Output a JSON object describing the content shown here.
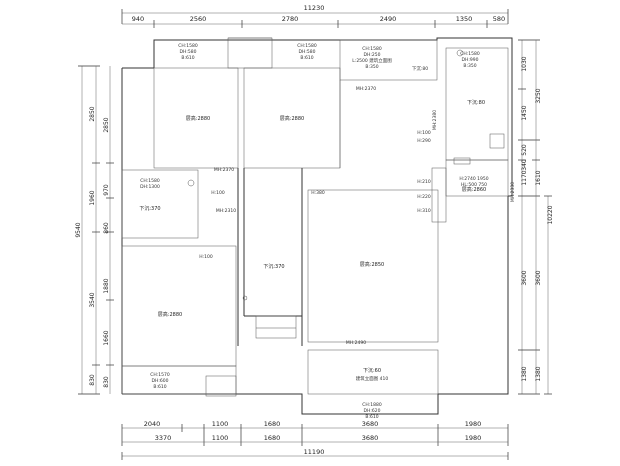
{
  "dimensions": {
    "top_total": "11230",
    "top_segments": [
      "940",
      "2560",
      "2780",
      "2490",
      "1350",
      "580"
    ],
    "bottom_segments_inner": [
      "2040",
      "1100",
      "1680",
      "3680",
      "1980"
    ],
    "bottom_segments_outer": [
      "3370",
      "1100",
      "1680",
      "3680",
      "1980"
    ],
    "bottom_total": "11190",
    "left_outer_total": "9540",
    "left_inner": [
      "2850",
      "1960",
      "3540",
      "830"
    ],
    "left_detail": [
      "2850",
      "970",
      "860",
      "1880",
      "1660",
      "830"
    ],
    "right_outer": [
      "1030",
      "1450",
      "520",
      "1170",
      "3600",
      "1380"
    ],
    "right_inner": [
      "3250",
      "1610",
      "3600",
      "1380"
    ],
    "right_total": "10220",
    "right_small": [
      "340"
    ]
  },
  "labels": {
    "room_tl": "层高:2880",
    "room_tm": "层高:2880",
    "room_bl": "层高:2880",
    "room_center": "层高:2850",
    "room_left_small": "下沉:370",
    "room_right": "下沉:80",
    "hall_center": "下沉:370",
    "kitchen_right": "层高:2860",
    "balcony_bottom": "下沉:60",
    "window_tl": [
      "CH:1580",
      "DH:580",
      "B:610"
    ],
    "window_tm": [
      "CH:1580",
      "DH:580",
      "B:610"
    ],
    "window_tr1": [
      "CH:1580",
      "DH:250",
      "L:2500 建筑立面图",
      "B:350"
    ],
    "window_tr2": [
      "CH:1580",
      "DH:990",
      "B:350"
    ],
    "window_left": [
      "CH:1580",
      "DH:1300"
    ],
    "window_bl": [
      "CH:1570",
      "DH:600",
      "B:610"
    ],
    "window_bottom": [
      "CH:1880",
      "DH:620",
      "B:610"
    ],
    "door_notes": [
      "MH:2370",
      "MH:2370",
      "MH:2310",
      "MH:2380",
      "MH:2490",
      "MH:2330"
    ],
    "h_notes": [
      "H:100",
      "H:100",
      "H:380",
      "H:210",
      "H:220",
      "H:310",
      "H:290",
      "H:100"
    ],
    "right_small_notes": [
      "H:2740 1950",
      "HL:500 750"
    ],
    "top_right_note": "下沉:80",
    "balcony_top_note": "建筑立面图 410"
  },
  "colors": {
    "line": "#333333",
    "text": "#222222",
    "background": "#ffffff"
  }
}
